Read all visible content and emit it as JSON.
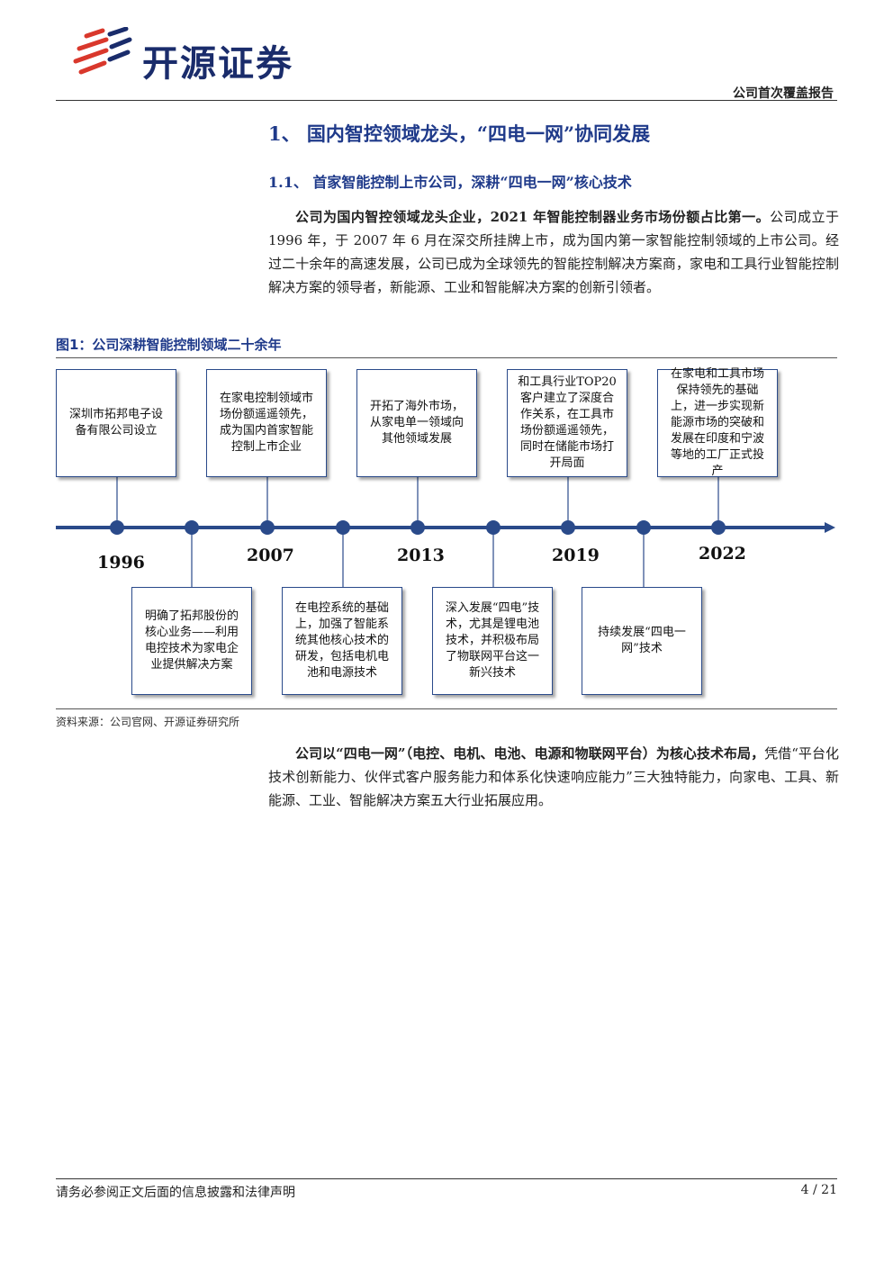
{
  "header": {
    "logo_text": "开源证券",
    "report_type": "公司首次覆盖报告",
    "brand_color": "#1a2c6b",
    "logo_accent_color": "#d9382c"
  },
  "section": {
    "h1": "1、 国内智控领域龙头，“四电一网”协同发展",
    "h2": "1.1、 首家智能控制上市公司，深耕“四电一网”核心技术"
  },
  "para1": {
    "bold": "公司为国内智控领域龙头企业，2021 年智能控制器业务市场份额占比第一。",
    "rest": "公司成立于 1996 年，于 2007 年 6 月在深交所挂牌上市，成为国内第一家智能控制领域的上市公司。经过二十余年的高速发展，公司已成为全球领先的智能控制解决方案商，家电和工具行业智能控制解决方案的领导者，新能源、工业和智能解决方案的创新引领者。"
  },
  "figure": {
    "title": "图1：公司深耕智能控制领域二十余年",
    "source": "资料来源：公司官网、开源证券研究所",
    "years": [
      "1996",
      "2007",
      "2013",
      "2019",
      "2022"
    ],
    "events_top": [
      "深圳市拓邦电子设备有限公司设立",
      "在家电控制领域市场份额遥遥领先，成为国内首家智能控制上市企业",
      "开拓了海外市场，从家电单一领域向其他领域发展",
      "和工具行业TOP20客户建立了深度合作关系，在工具市场份额遥遥领先，同时在储能市场打开局面",
      "在家电和工具市场保持领先的基础上，进一步实现新能源市场的突破和发展在印度和宁波等地的工厂正式投产"
    ],
    "events_bottom": [
      "明确了拓邦股份的核心业务——利用电控技术为家电企业提供解决方案",
      "在电控系统的基础上，加强了智能系统其他核心技术的研发，包括电机电池和电源技术",
      "深入发展“四电”技术，尤其是锂电池技术，并积极布局了物联网平台这一新兴技术",
      "持续发展“四电一网”技术"
    ],
    "axis_color": "#2a4a8a"
  },
  "para2": {
    "bold": "公司以“四电一网”（电控、电机、电池、电源和物联网平台）为核心技术布局，",
    "rest": "凭借“平台化技术创新能力、伙伴式客户服务能力和体系化快速响应能力”三大独特能力，向家电、工具、新能源、工业、智能解决方案五大行业拓展应用。"
  },
  "footer": {
    "disclaimer": "请务必参阅正文后面的信息披露和法律声明",
    "page": "4 / 21"
  }
}
